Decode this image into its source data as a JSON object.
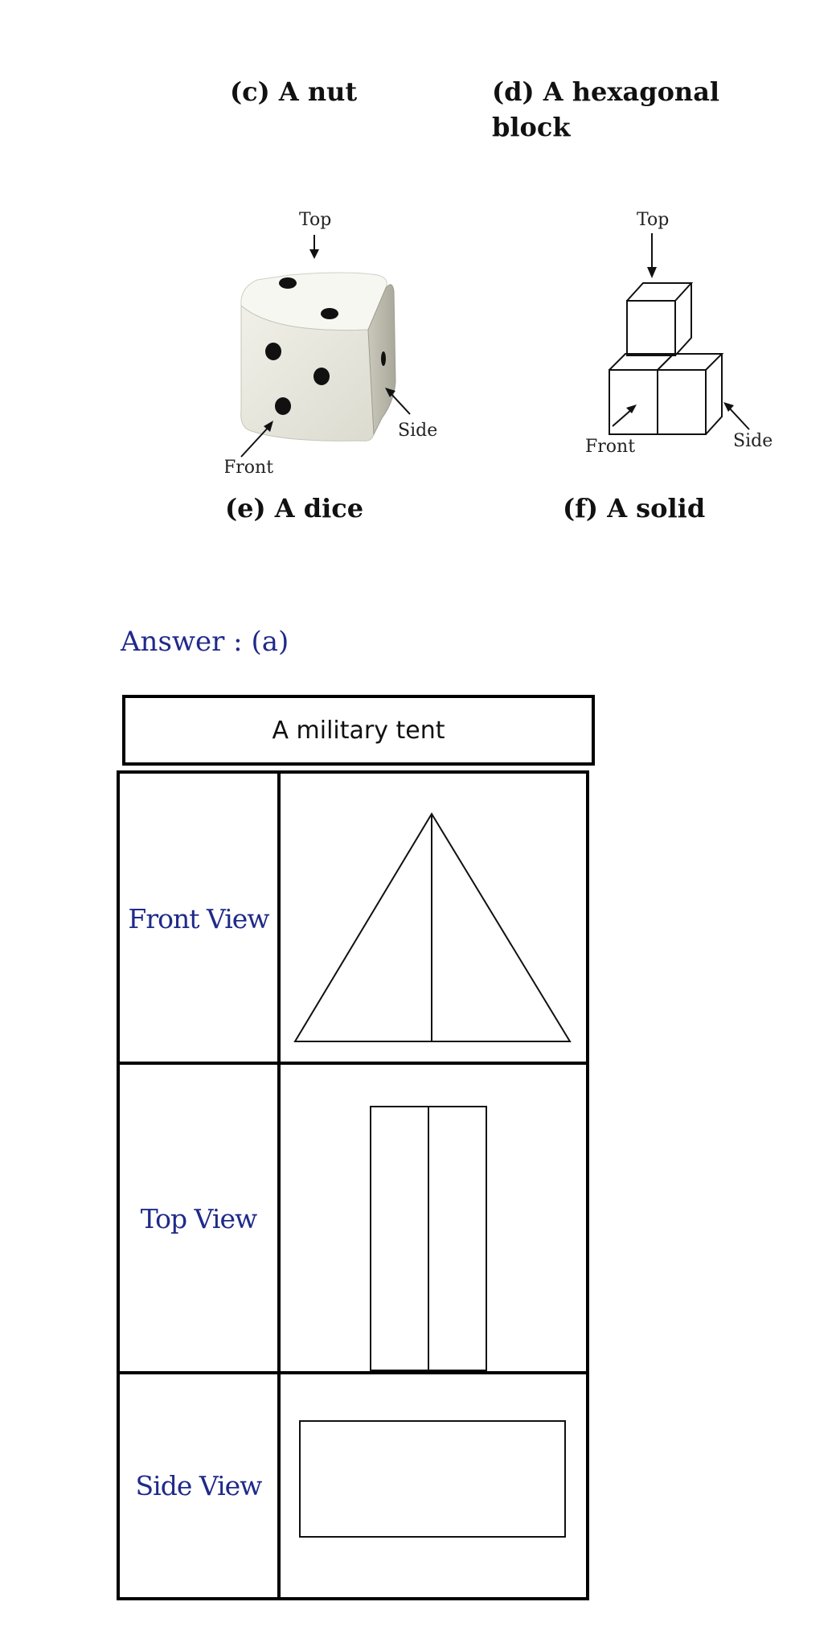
{
  "captions": {
    "c": "(c) A nut",
    "d_line1": "(d) A hexagonal",
    "d_line2": "block",
    "e": "(e) A dice",
    "f": "(f) A solid"
  },
  "dice_labels": {
    "top": "Top",
    "front": "Front",
    "side": "Side"
  },
  "solid_labels": {
    "top": "Top",
    "front": "Front",
    "side": "Side"
  },
  "answer": "Answer : (a)",
  "table": {
    "title": "A military tent",
    "rows": [
      {
        "label": "Front View"
      },
      {
        "label": "Top View"
      },
      {
        "label": "Side View"
      }
    ]
  }
}
